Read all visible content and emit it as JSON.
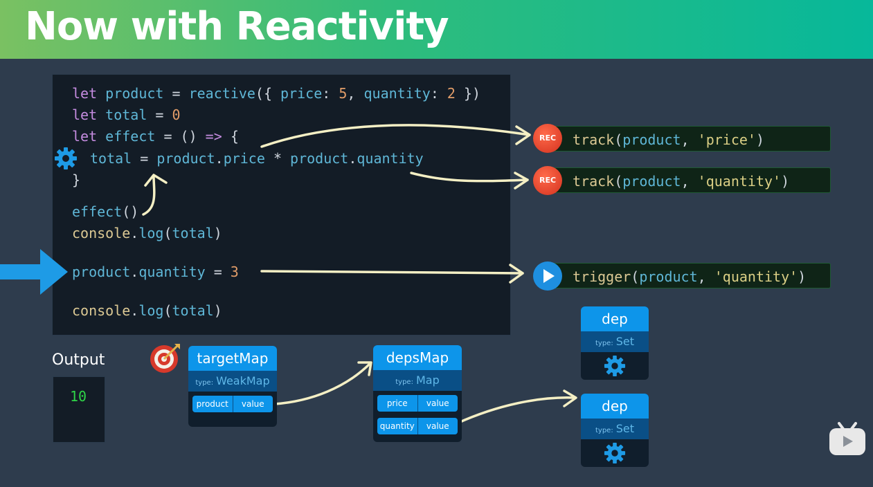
{
  "title": "Now with Reactivity",
  "code": {
    "line1": {
      "kw": "let",
      "name": "product",
      "eq": " = ",
      "call": "reactive",
      "open": "({ ",
      "k1": "price",
      "c1": ": ",
      "v1": "5",
      "sep": ", ",
      "k2": "quantity",
      "c2": ": ",
      "v2": "2",
      "close": " })"
    },
    "line2": {
      "kw": "let",
      "name": "total",
      "eq": " = ",
      "val": "0"
    },
    "line3": {
      "kw": "let",
      "name": "effect",
      "eq": " = ",
      "args": "()",
      "arrow": " => ",
      "brace": "{"
    },
    "line4": {
      "name": "total",
      "eq": " = ",
      "obj1": "product",
      "dot1": ".",
      "prop1": "price",
      "mul": " * ",
      "obj2": "product",
      "dot2": ".",
      "prop2": "quantity"
    },
    "line5": {
      "brace": "}"
    },
    "line6": {
      "call": "effect",
      "args": "()"
    },
    "line7": {
      "obj": "console",
      "dot": ".",
      "method": "log",
      "open": "(",
      "arg": "total",
      "close": ")"
    },
    "line8": {
      "obj": "product",
      "dot": ".",
      "prop": "quantity",
      "eq": " = ",
      "val": "3"
    },
    "line9": {
      "obj": "console",
      "dot": ".",
      "method": "log",
      "open": "(",
      "arg": "total",
      "close": ")"
    }
  },
  "calls": [
    {
      "badge": "REC",
      "fn": "track",
      "open": "(",
      "obj": "product",
      "sep": ", ",
      "key": "'price'",
      "close": ")"
    },
    {
      "badge": "REC",
      "fn": "track",
      "open": "(",
      "obj": "product",
      "sep": ", ",
      "key": "'quantity'",
      "close": ")"
    },
    {
      "badge": "play-icon",
      "fn": "trigger",
      "open": "(",
      "obj": "product",
      "sep": ", ",
      "key": "'quantity'",
      "close": ")"
    }
  ],
  "output": {
    "label": "Output",
    "value": "10"
  },
  "targetMap": {
    "title": "targetMap",
    "type_label": "type:",
    "type": "WeakMap",
    "rows": [
      {
        "key": "product",
        "value": "value"
      }
    ]
  },
  "depsMap": {
    "title": "depsMap",
    "type_label": "type:",
    "type": "Map",
    "rows": [
      {
        "key": "price",
        "value": "value"
      },
      {
        "key": "quantity",
        "value": "value"
      }
    ]
  },
  "deps": [
    {
      "title": "dep",
      "type_label": "type:",
      "type": "Set"
    },
    {
      "title": "dep",
      "type_label": "type:",
      "type": "Set"
    }
  ],
  "colors": {
    "accent": "#0d95ea",
    "arrow": "#f4efc4",
    "rec": "#e8462f",
    "output": "#2ed347"
  }
}
